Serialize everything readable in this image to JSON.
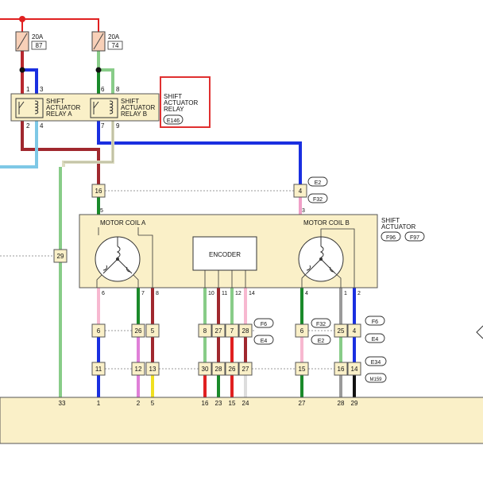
{
  "fuses": [
    {
      "rating": "20A",
      "number": "87"
    },
    {
      "rating": "20A",
      "number": "74"
    }
  ],
  "relays": {
    "a": {
      "label_lines": [
        "SHIFT",
        "ACTUATOR",
        "RELAY A"
      ],
      "pins": [
        "1",
        "3",
        "2",
        "4"
      ]
    },
    "b": {
      "label_lines": [
        "SHIFT",
        "ACTUATOR",
        "RELAY B"
      ],
      "pins": [
        "6",
        "8",
        "7",
        "9"
      ]
    },
    "callout": {
      "label_lines": [
        "SHIFT",
        "ACTUATOR",
        "RELAY"
      ],
      "connector": "E146"
    }
  },
  "actuator": {
    "label_lines": [
      "SHIFT",
      "ACTUATOR"
    ],
    "connectors": [
      "F96",
      "F97"
    ],
    "coil_a": "MOTOR COIL A",
    "coil_b": "MOTOR COIL B",
    "encoder": "ENCODER",
    "top_pins": [
      "5",
      "3"
    ],
    "bottom_pins": [
      "6",
      "7",
      "8",
      "10",
      "11",
      "12",
      "14",
      "4",
      "1",
      "2"
    ]
  },
  "upper_terminals": [
    "16",
    "4",
    "29"
  ],
  "upper_connectors": [
    "E2",
    "F32"
  ],
  "row1_terminals": [
    "6",
    "26",
    "5",
    "8",
    "27",
    "7",
    "28",
    "6",
    "25",
    "4"
  ],
  "row2_terminals": [
    "11",
    "12",
    "13",
    "30",
    "28",
    "26",
    "27",
    "15",
    "16",
    "14"
  ],
  "row1_connectors": [
    "F6",
    "E4",
    "F32",
    "E2",
    "F6",
    "E4"
  ],
  "row2_connectors": [
    "E34",
    "M159"
  ],
  "bottom_pins": [
    "33",
    "1",
    "2",
    "5",
    "16",
    "23",
    "15",
    "24",
    "27",
    "28",
    "29"
  ]
}
